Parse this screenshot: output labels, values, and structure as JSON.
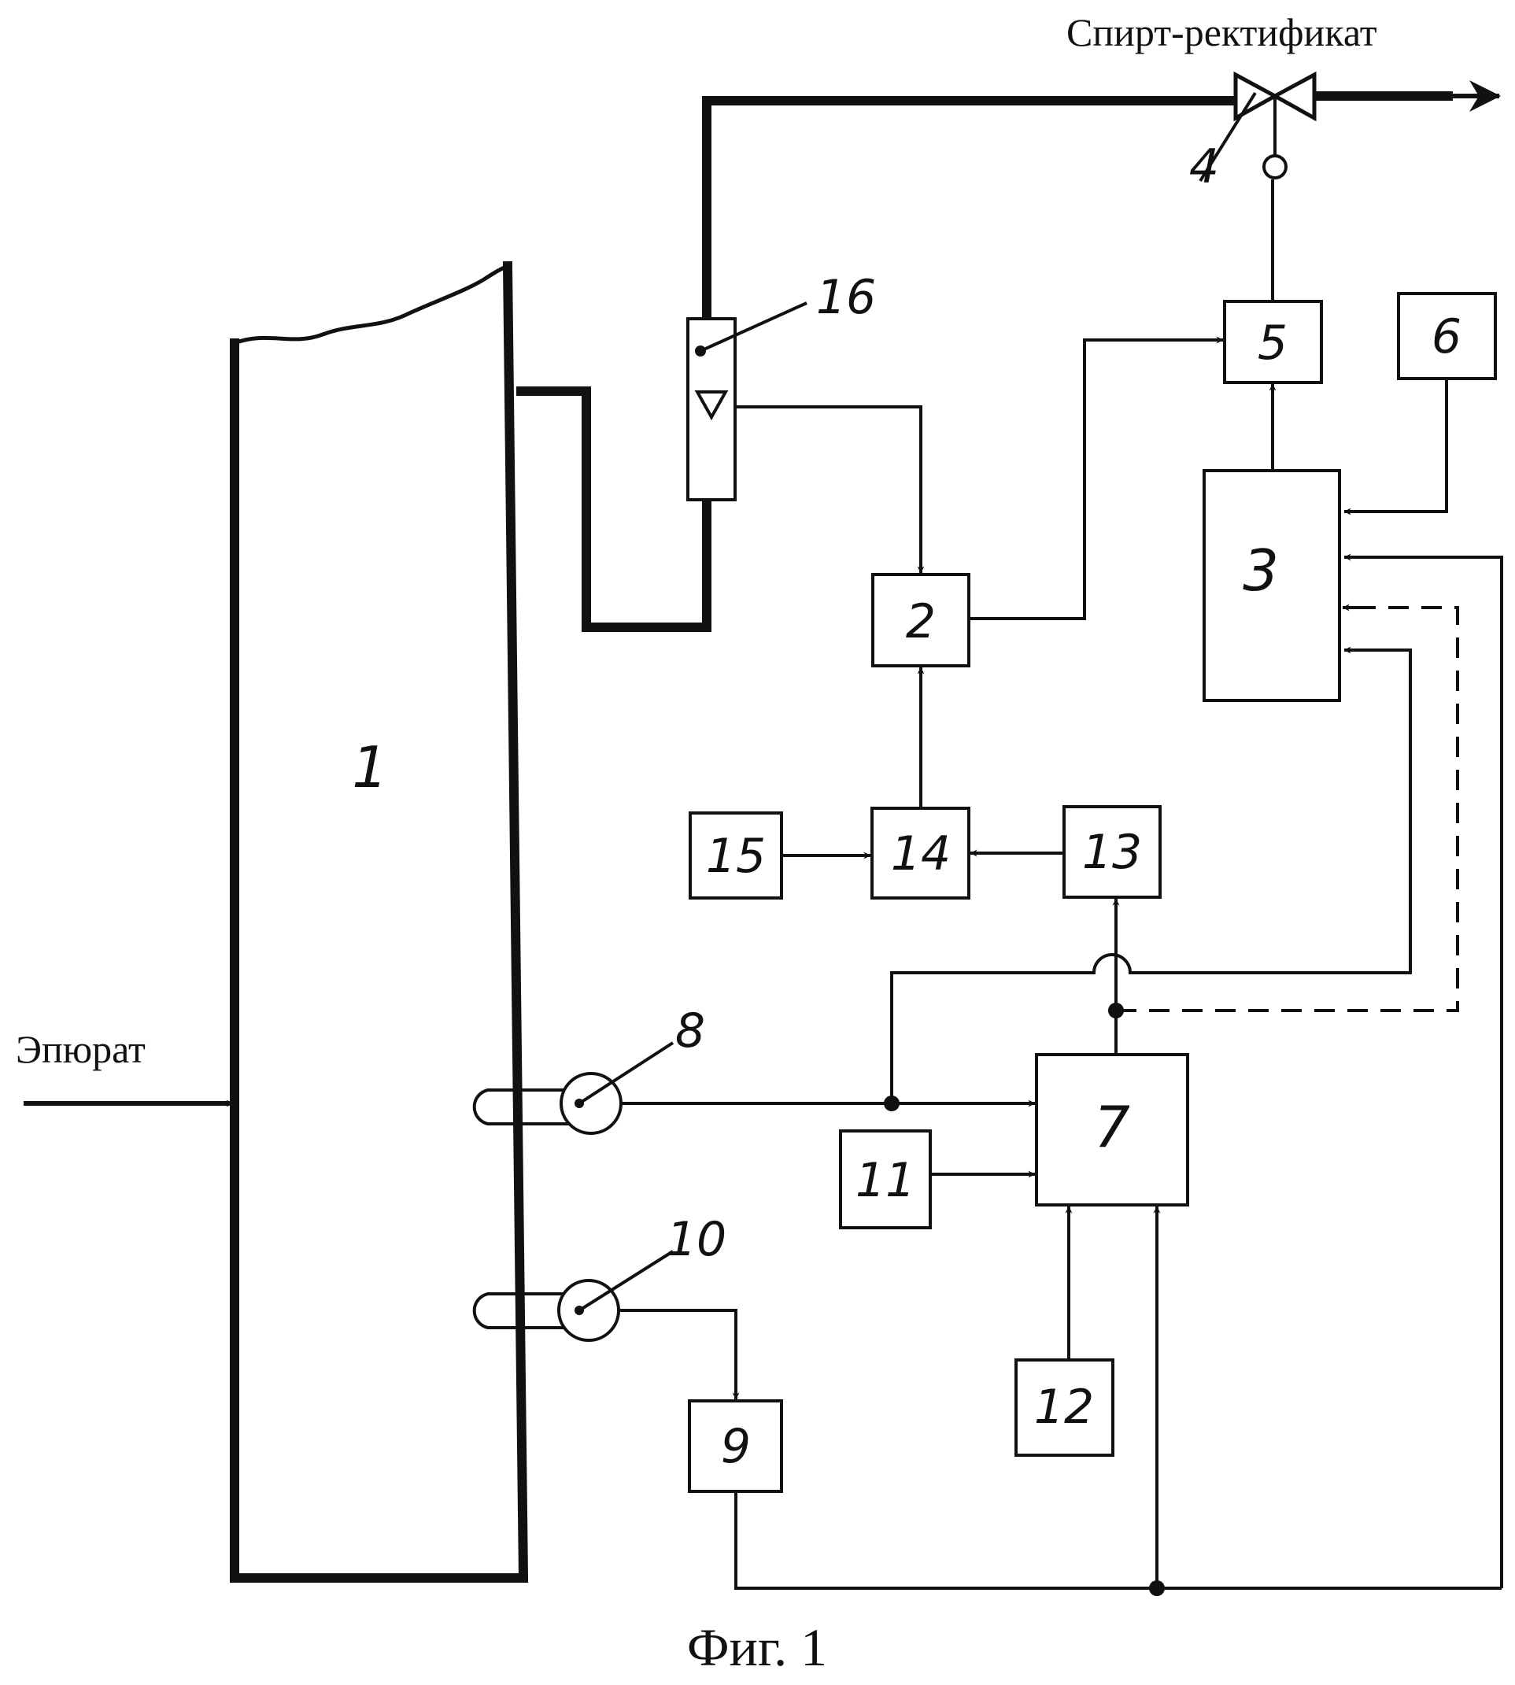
{
  "labels": {
    "output_product": "Спирт-ректификат",
    "input_feed": "Эпюрат",
    "caption": "Фиг. 1"
  },
  "nodes": {
    "column": "1",
    "b2": "2",
    "b3": "3",
    "valve": "4",
    "b5": "5",
    "b6": "6",
    "b7": "7",
    "sensor8": "8",
    "b9": "9",
    "sensor10": "10",
    "b11": "11",
    "b12": "12",
    "b13": "13",
    "b14": "14",
    "b15": "15",
    "flowmeter": "16"
  }
}
